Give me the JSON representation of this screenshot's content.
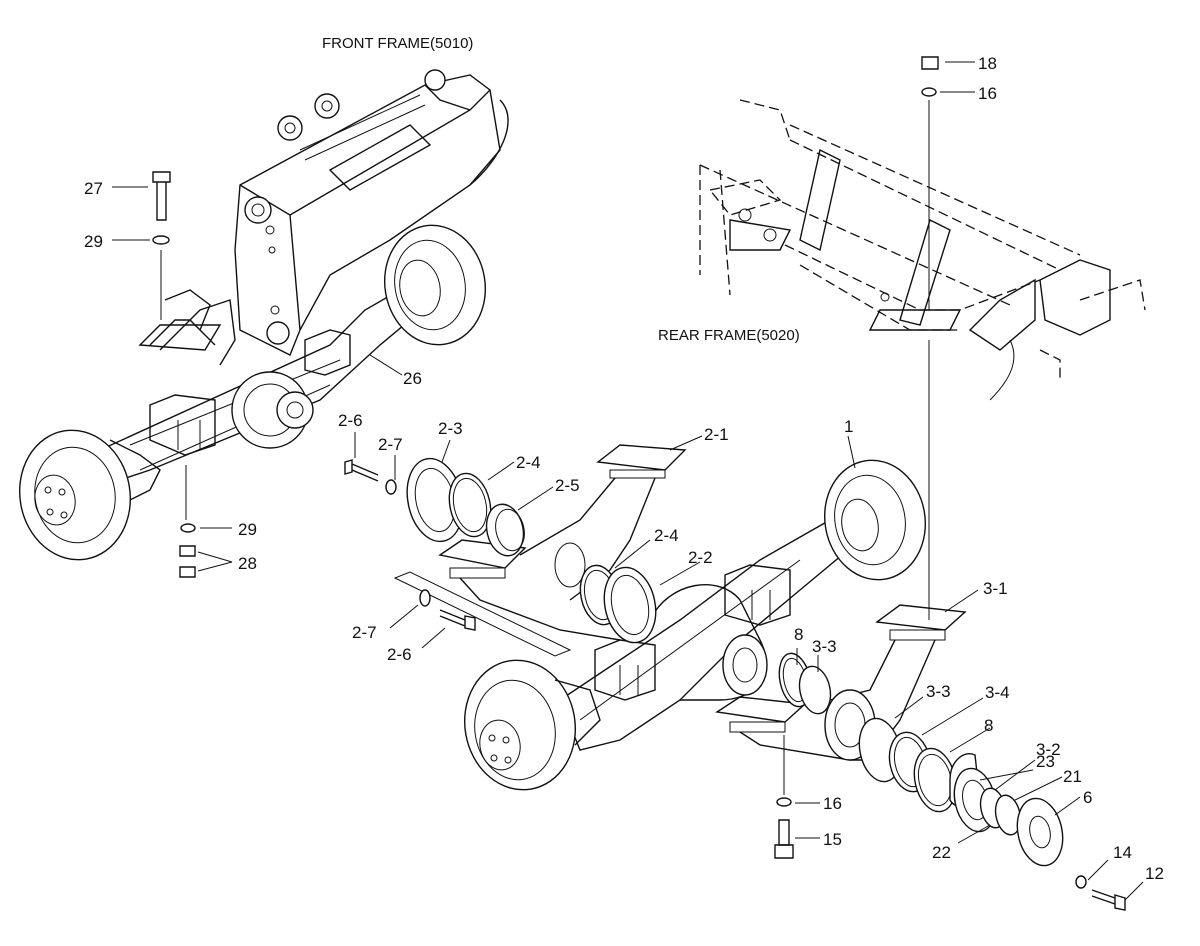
{
  "frames": {
    "front": "FRONT FRAME(5010)",
    "rear": "REAR FRAME(5020)"
  },
  "parts": {
    "p1": "1",
    "p2_1": "2-1",
    "p2_2": "2-2",
    "p2_3": "2-3",
    "p2_4": "2-4",
    "p2_5": "2-5",
    "p2_6": "2-6",
    "p2_7": "2-7",
    "p3_1": "3-1",
    "p3_2": "3-2",
    "p3_3": "3-3",
    "p3_4": "3-4",
    "p6": "6",
    "p8": "8",
    "p12": "12",
    "p14": "14",
    "p15": "15",
    "p16": "16",
    "p18": "18",
    "p21": "21",
    "p22": "22",
    "p23": "23",
    "p26": "26",
    "p27": "27",
    "p28": "28",
    "p29": "29"
  }
}
